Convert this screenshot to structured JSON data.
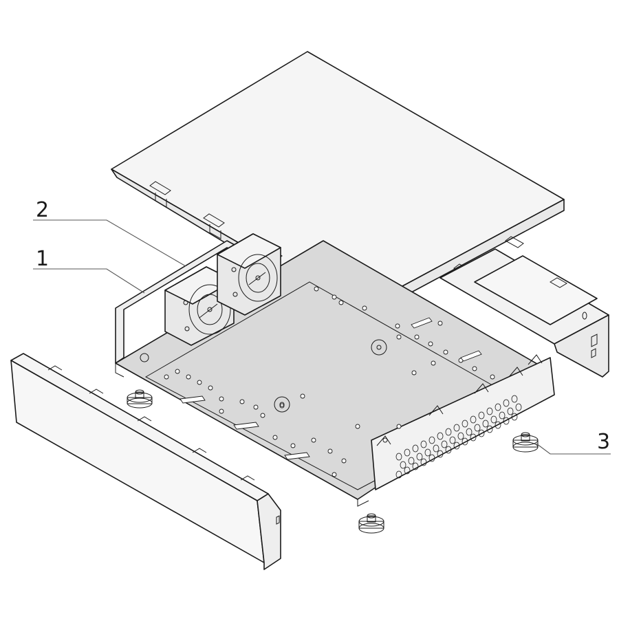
{
  "callouts": [
    {
      "id": "1",
      "label": "1"
    },
    {
      "id": "2",
      "label": "2"
    },
    {
      "id": "3",
      "label": "3"
    }
  ],
  "colors": {
    "line": "#1a1a1a",
    "panel_fill": "#f5f5f5",
    "base_fill": "#d9d9d9",
    "fan_fill": "#e6e6e6",
    "leader": "#555555"
  }
}
